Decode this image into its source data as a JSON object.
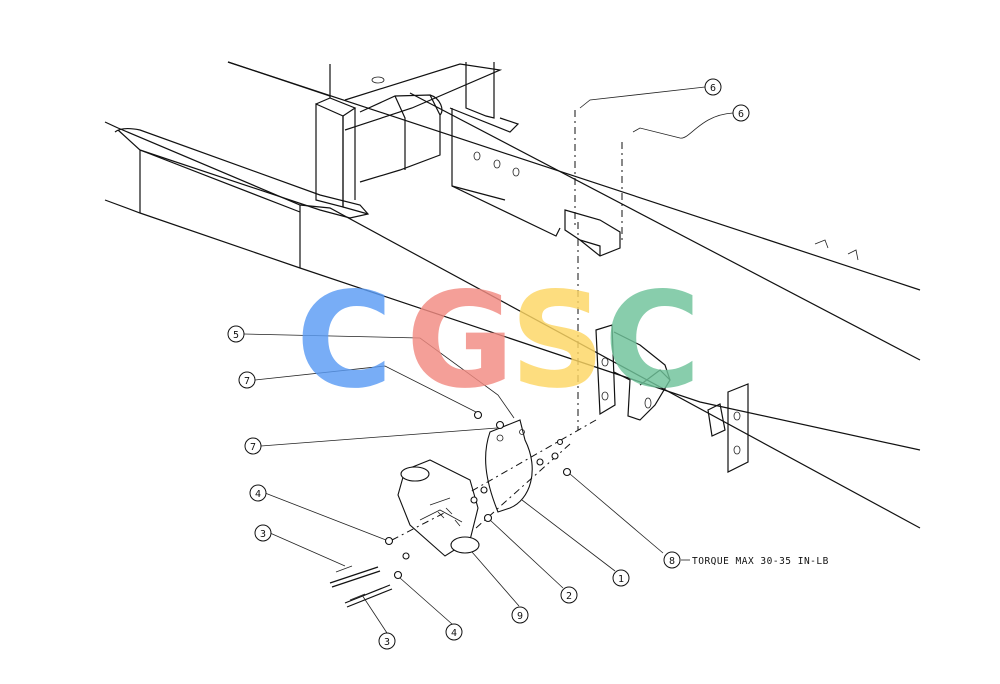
{
  "callouts": [
    {
      "id": "c1",
      "label": "1"
    },
    {
      "id": "c2",
      "label": "2"
    },
    {
      "id": "c3a",
      "label": "3"
    },
    {
      "id": "c3b",
      "label": "3"
    },
    {
      "id": "c4a",
      "label": "4"
    },
    {
      "id": "c4b",
      "label": "4"
    },
    {
      "id": "c5",
      "label": "5"
    },
    {
      "id": "c6a",
      "label": "6"
    },
    {
      "id": "c6b",
      "label": "6"
    },
    {
      "id": "c7a",
      "label": "7"
    },
    {
      "id": "c7b",
      "label": "7"
    },
    {
      "id": "c8",
      "label": "8"
    },
    {
      "id": "c9",
      "label": "9"
    }
  ],
  "note": {
    "torque": "TORQUE MAX 30-35 IN-LB"
  },
  "watermark": {
    "letters": [
      "C",
      "G",
      "S",
      "C"
    ],
    "colors": [
      "#5b9cf5",
      "#f28b82",
      "#fdd663",
      "#6fc39a"
    ]
  }
}
